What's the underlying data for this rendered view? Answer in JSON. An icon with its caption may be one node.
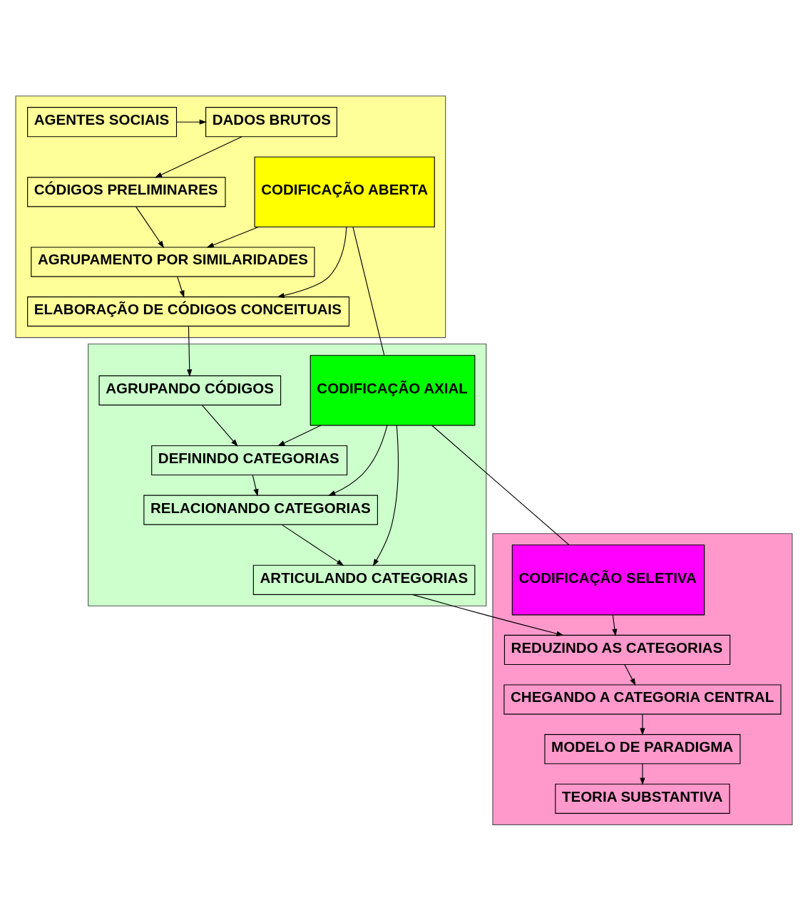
{
  "diagram": {
    "nodes": [
      {
        "text": [],
        "shape": "box"
      },
      {
        "text": [
          "AGENTES SOCIAIS"
        ],
        "in": 0
      },
      {
        "text": [
          "DADOS BRUTOS"
        ],
        "in": 0
      },
      {
        "text": [
          "CÓDIGOS PRELIMINARES"
        ],
        "in": 0
      },
      {
        "text": [
          "AGRUPAMENTO POR SIMILARIDADES"
        ],
        "in": 0
      },
      {
        "text": [
          "ELABORAÇÃO DE CÓDIGOS CONCEITUAIS"
        ],
        "in": 0
      },
      {
        "text": [
          "CODIFICAÇÃO ABERTA"
        ],
        "in": 0
      },
      {
        "text": [],
        "shape": "box"
      },
      {
        "text": [
          "AGRUPANDO CÓDIGOS"
        ],
        "in": 7
      },
      {
        "text": [
          "DEFININDO CATEGORIAS"
        ],
        "in": 7
      },
      {
        "text": [
          "RELACIONANDO CATEGORIAS"
        ],
        "in": 7
      },
      {
        "text": [
          "ARTICULANDO CATEGORIAS"
        ],
        "in": 7
      },
      {
        "text": [
          "CODIFICAÇÃO AXIAL"
        ],
        "in": 7
      },
      {
        "text": [],
        "shape": "box"
      },
      {
        "text": [
          "REDUZINDO AS CATEGORIAS"
        ],
        "in": 13
      },
      {
        "text": [
          "CHEGANDO A CATEGORIA CENTRAL"
        ],
        "in": 13
      },
      {
        "text": [
          "MODELO DE PARADIGMA"
        ],
        "in": 13
      },
      {
        "text": [
          "TEORIA SUBSTANTIVA"
        ],
        "in": 13
      },
      {
        "text": [
          "CODIFICAÇÃO SELETIVA"
        ],
        "in": 13
      }
    ],
    "edges": [
      {
        "from": 1,
        "to": 2,
        "arrow": "to"
      },
      {
        "from": 2,
        "to": 3,
        "arrow": "to"
      },
      {
        "from": 3,
        "to": 4,
        "arrow": "to"
      },
      {
        "from": 6,
        "to": 4,
        "arrow": "to"
      },
      {
        "from": 4,
        "to": 5,
        "arrow": "to"
      },
      {
        "from": 6,
        "to": 5,
        "arrow": "to"
      },
      {
        "from": 5,
        "to": 8,
        "arrow": "to"
      },
      {
        "from": 8,
        "to": 9,
        "arrow": "to"
      },
      {
        "from": 12,
        "to": 9,
        "arrow": "to"
      },
      {
        "from": 9,
        "to": 10,
        "arrow": "to"
      },
      {
        "from": 12,
        "to": 10,
        "arrow": "to"
      },
      {
        "from": 10,
        "to": 11,
        "arrow": "to"
      },
      {
        "from": 12,
        "to": 11,
        "arrow": "to"
      },
      {
        "from": 11,
        "to": 14,
        "arrow": "to"
      },
      {
        "from": 18,
        "to": 14,
        "arrow": "to"
      },
      {
        "from": 14,
        "to": 15,
        "arrow": "to"
      },
      {
        "from": 15,
        "to": 16,
        "arrow": "to"
      },
      {
        "from": 16,
        "to": 17,
        "arrow": "to"
      },
      {
        "from": 6,
        "to": 12,
        "arrow": "none"
      },
      {
        "from": 12,
        "to": 18,
        "arrow": "none"
      }
    ]
  }
}
